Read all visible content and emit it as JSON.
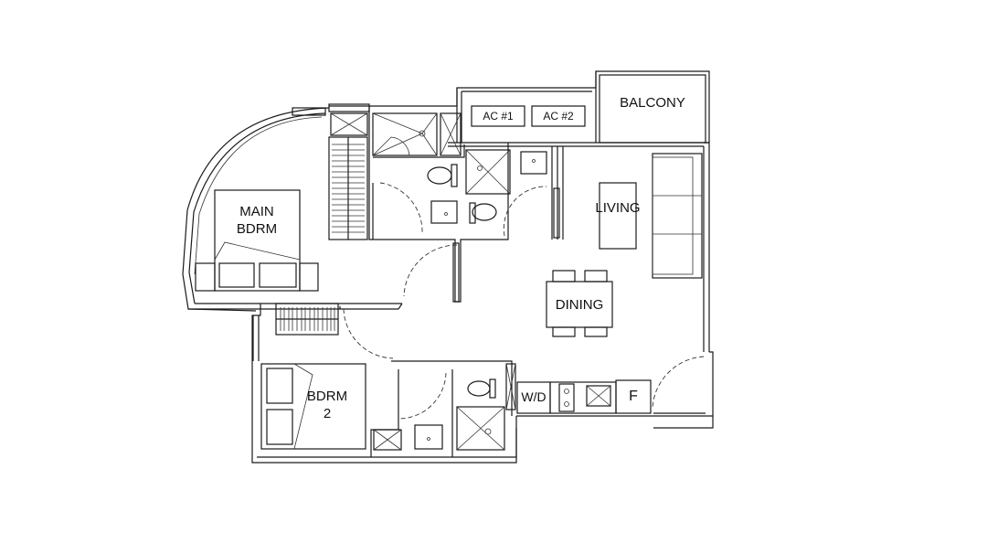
{
  "floorplan": {
    "rooms": {
      "main_bdrm": "MAIN\nBDRM",
      "bdrm2": "BDRM\n2",
      "living": "LIVING",
      "dining": "DINING",
      "balcony": "BALCONY"
    },
    "fixtures": {
      "ac1": "AC #1",
      "ac2": "AC #2",
      "washer_dryer": "W/D",
      "fridge": "F"
    },
    "colors": {
      "line": "#1a1a1a",
      "background": "#ffffff"
    }
  }
}
